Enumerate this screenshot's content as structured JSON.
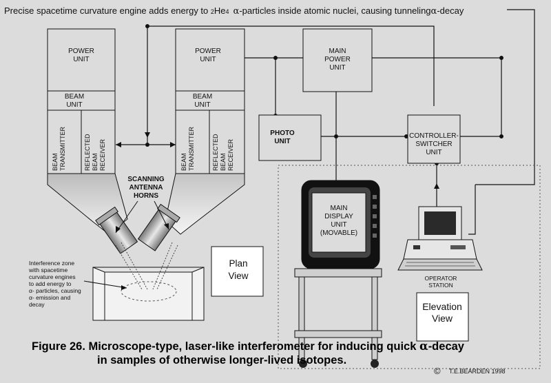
{
  "header": {
    "line_pre": "Precise spacetime curvature engine adds energy to ",
    "line_chem_pre": "2",
    "line_chem_mid": "He",
    "line_chem_post": "4",
    "line_alpha1": "α",
    "line_mid": "-particles inside atomic nuclei, causing tunneling",
    "line_alpha2": "α",
    "line_post": "-decay"
  },
  "left_column": {
    "power_unit": [
      "POWER",
      "UNIT"
    ],
    "beam_unit": [
      "BEAM",
      "UNIT"
    ],
    "beam_transmitter": [
      "BEAM",
      "TRANSMITTER"
    ],
    "reflected_beam_receiver": [
      "REFLECTED",
      "BEAM",
      "RECEIVER"
    ]
  },
  "right_column": {
    "power_unit": [
      "POWER",
      "UNIT"
    ],
    "beam_unit": [
      "BEAM",
      "UNIT"
    ],
    "beam_transmitter": [
      "BEAM",
      "TRANSMITTER"
    ],
    "reflected_beam_receiver": [
      "REFLECTED",
      "BEAM",
      "RECEIVER"
    ]
  },
  "main_power_unit": [
    "MAIN",
    "POWER",
    "UNIT"
  ],
  "photo_unit": [
    "PHOTO",
    "UNIT"
  ],
  "controller_switcher_unit": [
    "CONTROLLER-",
    "SWITCHER",
    "UNIT"
  ],
  "scanning_antenna_horns": [
    "SCANNING",
    "ANTENNA",
    "HORNS"
  ],
  "main_display_unit": [
    "MAIN",
    "DISPLAY",
    "UNIT",
    "(MOVABLE)"
  ],
  "operator_station": [
    "OPERATOR",
    "STATION"
  ],
  "plan_view": [
    "Plan",
    "View"
  ],
  "elevation_view": [
    "Elevation",
    "View"
  ],
  "interference_zone": [
    "Interference zone",
    "with spacetime",
    "curvature engines",
    "to add energy to",
    "α- particles, causing",
    "α- emission and",
    "decay"
  ],
  "caption": {
    "line1_pre": "Figure 26.  Microscope-type, laser-like interferometer for inducing quick ",
    "line1_alpha": "α",
    "line1_post": "-decay",
    "line2": "in samples of otherwise longer-lived isotopes."
  },
  "copyright": {
    "symbol": "©",
    "text": "T.E.BEARDEN  1998"
  }
}
